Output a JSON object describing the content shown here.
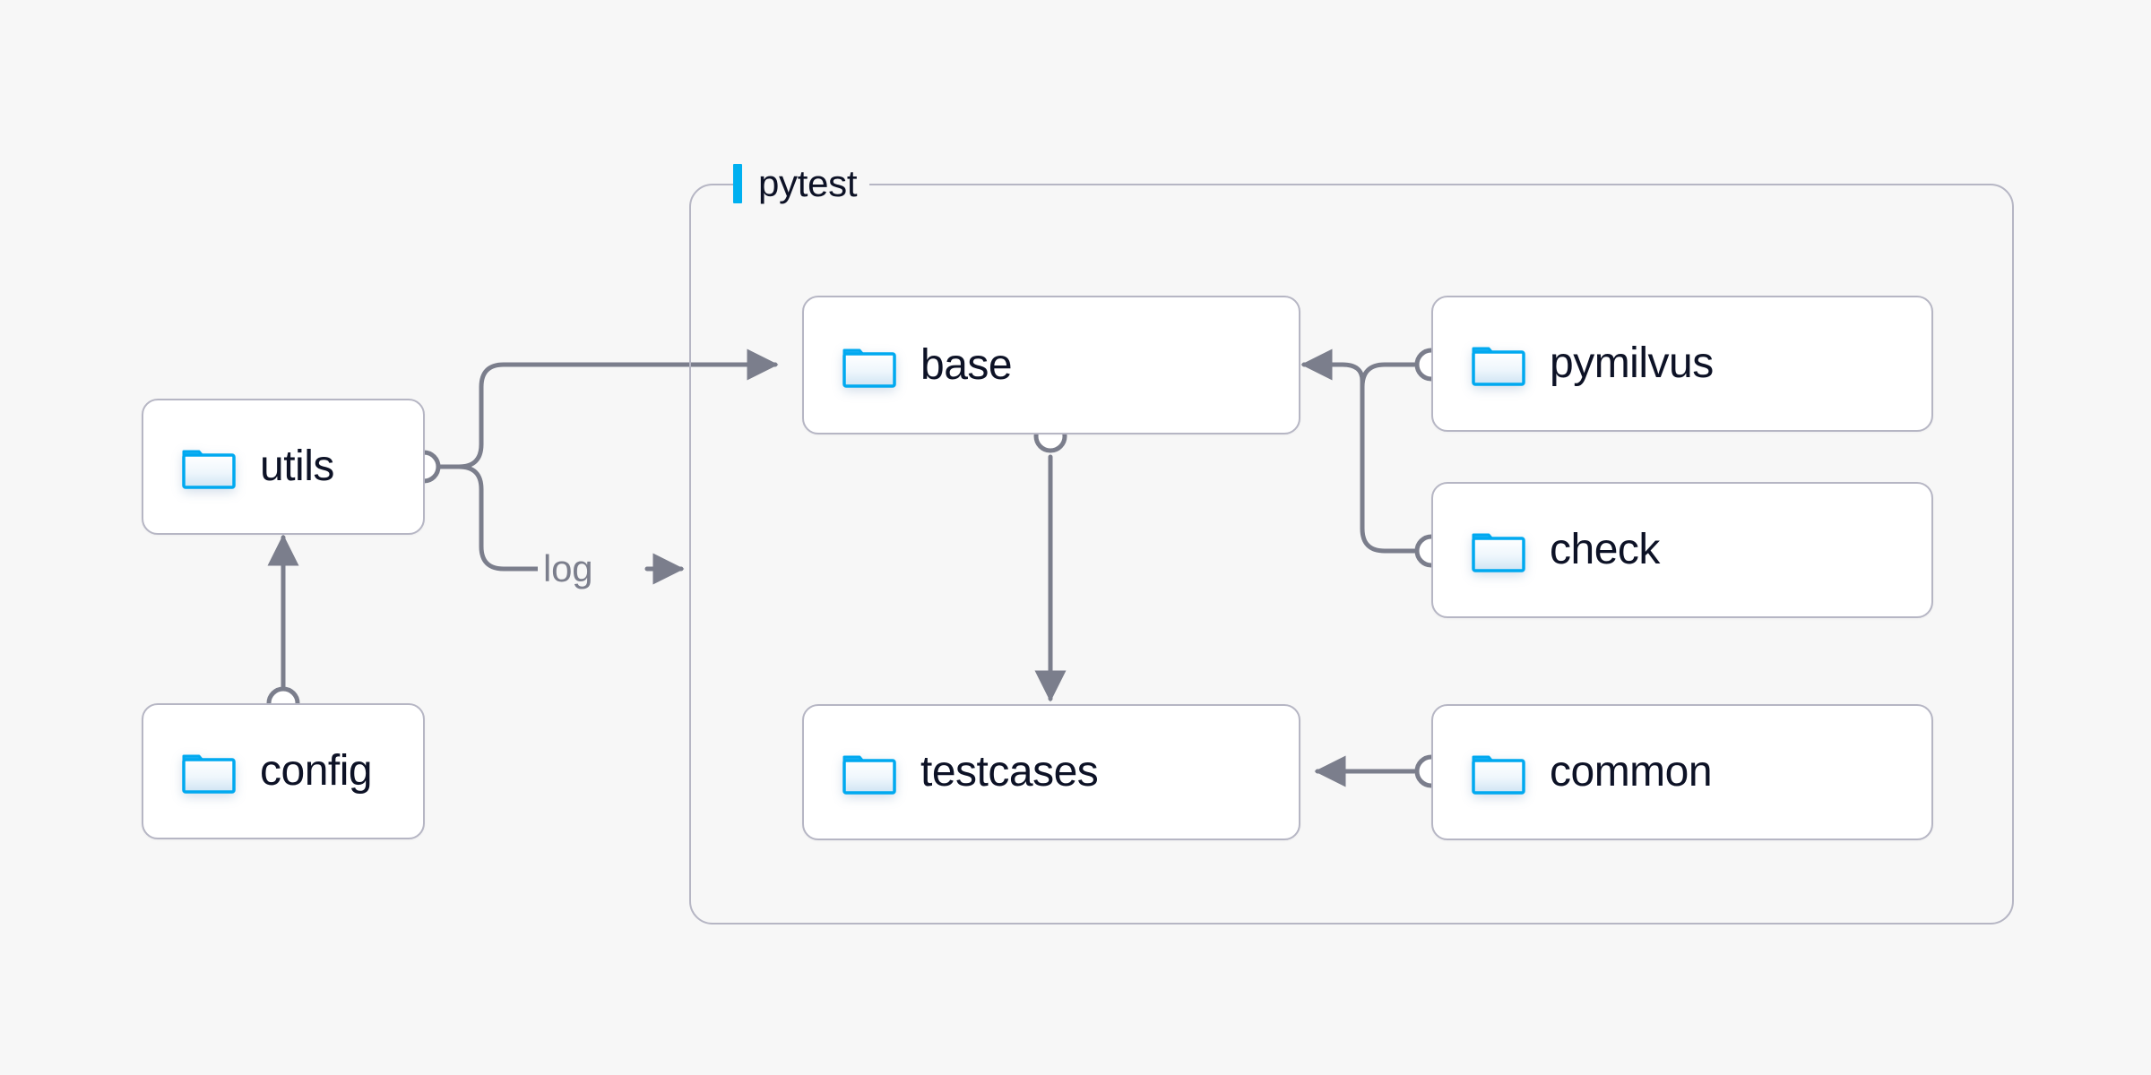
{
  "canvas": {
    "background": "#f7f7f7",
    "edge_color": "#7b7e8c",
    "node_border_color": "#b6b6c4",
    "node_fill": "#ffffff",
    "label_color": "#0d1226",
    "accent_color": "#00b0f0",
    "folder_icon_color": "#00a9f0"
  },
  "group": {
    "title": "pytest",
    "icon": "accent-bar"
  },
  "nodes": [
    {
      "id": "utils",
      "label": "utils",
      "icon": "folder-icon"
    },
    {
      "id": "config",
      "label": "config",
      "icon": "folder-icon"
    },
    {
      "id": "base",
      "label": "base",
      "icon": "folder-icon"
    },
    {
      "id": "testcases",
      "label": "testcases",
      "icon": "folder-icon"
    },
    {
      "id": "pymilvus",
      "label": "pymilvus",
      "icon": "folder-icon"
    },
    {
      "id": "check",
      "label": "check",
      "icon": "folder-icon"
    },
    {
      "id": "common",
      "label": "common",
      "icon": "folder-icon"
    }
  ],
  "edges": [
    {
      "id": "config-to-utils",
      "from": "config",
      "to": "utils",
      "label": ""
    },
    {
      "id": "utils-to-base",
      "from": "utils",
      "to": "base",
      "label": ""
    },
    {
      "id": "utils-to-pytest-log",
      "from": "utils",
      "to": "pytest",
      "label": "log"
    },
    {
      "id": "base-to-testcases",
      "from": "base",
      "to": "testcases",
      "label": ""
    },
    {
      "id": "pymilvus-to-base",
      "from": "pymilvus",
      "to": "base",
      "label": ""
    },
    {
      "id": "check-to-base",
      "from": "check",
      "to": "base",
      "label": ""
    },
    {
      "id": "common-to-testcases",
      "from": "common",
      "to": "testcases",
      "label": ""
    }
  ]
}
